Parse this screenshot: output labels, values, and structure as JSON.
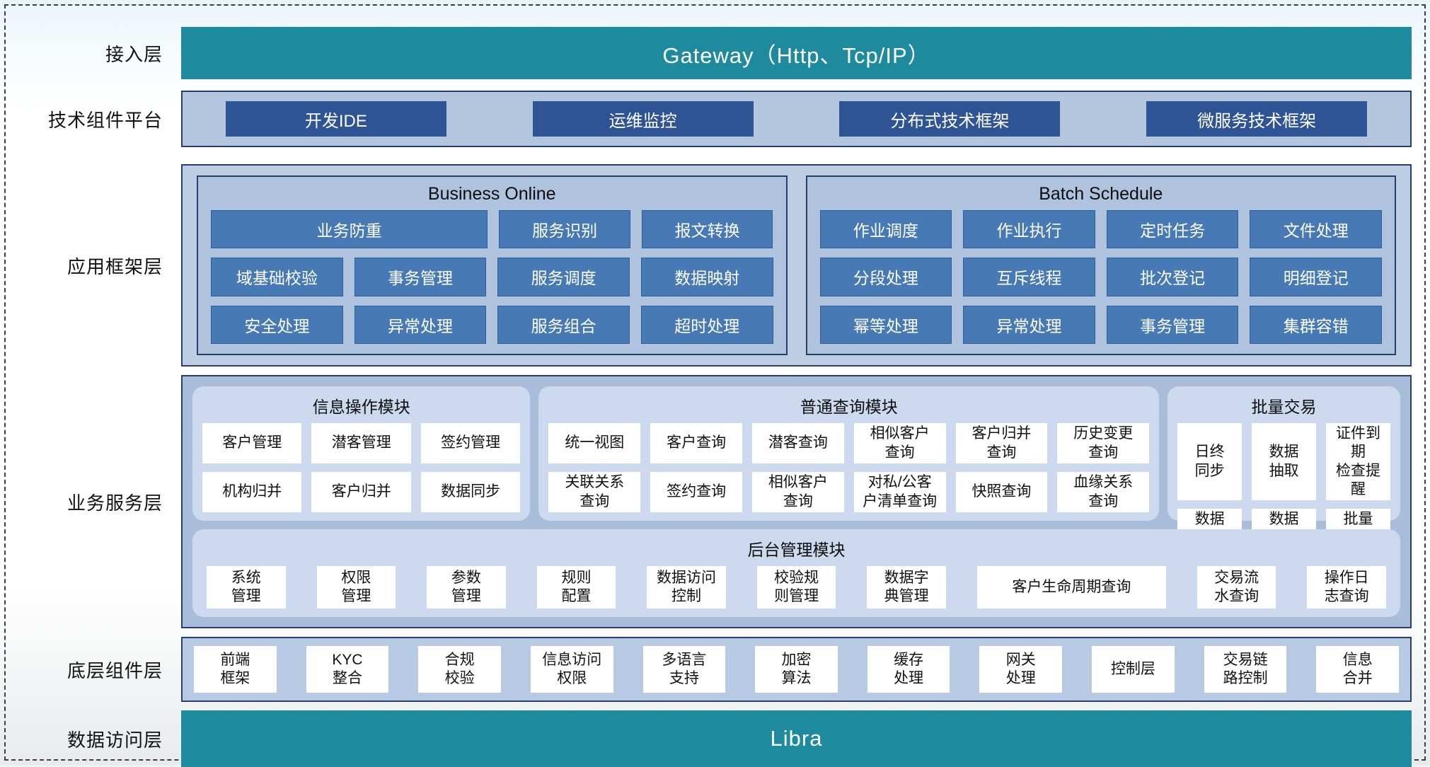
{
  "colors": {
    "teal_bar": "#1d8a9e",
    "navy_button": "#2f5496",
    "mid_blue_button": "#4779b5",
    "panel_border": "#24406b",
    "tech_row_bg": "#b3c6de",
    "framework_bg": "#bccde4",
    "framework_inner_bg": "#afc2de",
    "service_bg": "#a9bcd9",
    "module_bg": "#cdd9ee",
    "cell_bg": "#ffffff"
  },
  "layers": {
    "access": {
      "label": "接入层",
      "bar_text": "Gateway（Http、Tcp/IP）"
    },
    "tech_platform": {
      "label": "技术组件平台",
      "rows": [
        [
          "开发IDE",
          "运维监控",
          "分布式技术框架",
          "微服务技术框架"
        ]
      ]
    },
    "app_framework": {
      "label": "应用框架层",
      "business_online": {
        "title": "Business Online",
        "rows": [
          [
            {
              "label": "业务防重",
              "flex": 2.12
            },
            "服务识别",
            "报文转换"
          ],
          [
            "域基础校验",
            "事务管理",
            "服务调度",
            "数据映射"
          ],
          [
            "安全处理",
            "异常处理",
            "服务组合",
            "超时处理"
          ]
        ]
      },
      "batch_schedule": {
        "title": "Batch Schedule",
        "rows": [
          [
            "作业调度",
            "作业执行",
            "定时任务",
            "文件处理"
          ],
          [
            "分段处理",
            "互斥线程",
            "批次登记",
            "明细登记"
          ],
          [
            "幂等处理",
            "异常处理",
            "事务管理",
            "集群容错"
          ]
        ]
      }
    },
    "business_service": {
      "label": "业务服务层",
      "info_ops": {
        "title": "信息操作模块",
        "rows": [
          [
            "客户管理",
            "潜客管理",
            "签约管理"
          ],
          [
            "机构归并",
            "客户归并",
            "数据同步"
          ]
        ]
      },
      "common_query": {
        "title": "普通查询模块",
        "rows": [
          [
            "统一视图",
            "客户查询",
            "潜客查询",
            "相似客户\n查询",
            "客户归并\n查询",
            "历史变更\n查询"
          ],
          [
            "关联关系\n查询",
            "签约查询",
            "相似客户\n查询",
            "对私/公客\n户清单查询",
            "快照查询",
            "血缘关系\n查询"
          ]
        ]
      },
      "batch_trade": {
        "title": "批量交易",
        "rows": [
          [
            "日终\n同步",
            "数据\n抽取",
            "证件到期\n检查提醒"
          ],
          [
            "数据\n转换",
            "数据\n装载",
            "批量\n开户"
          ]
        ]
      },
      "admin": {
        "title": "后台管理模块",
        "rows": [
          [
            "系统\n管理",
            "权限\n管理",
            "参数\n管理",
            "规则\n配置",
            "数据访问\n控制",
            "校验规\n则管理",
            "数据字\n典管理",
            {
              "label": "客户生命周期查询",
              "flex": 2.5
            },
            "交易流\n水查询",
            "操作日\n志查询"
          ]
        ]
      }
    },
    "base_components": {
      "label": "底层组件层",
      "rows": [
        [
          "前端\n框架",
          "KYC\n整合",
          "合规\n校验",
          "信息访问\n权限",
          "多语言\n支持",
          "加密\n算法",
          "缓存\n处理",
          "网关\n处理",
          "控制层",
          "交易链\n路控制",
          "信息\n合并"
        ]
      ]
    },
    "data_access": {
      "label": "数据访问层",
      "bar_text": "Libra"
    }
  }
}
